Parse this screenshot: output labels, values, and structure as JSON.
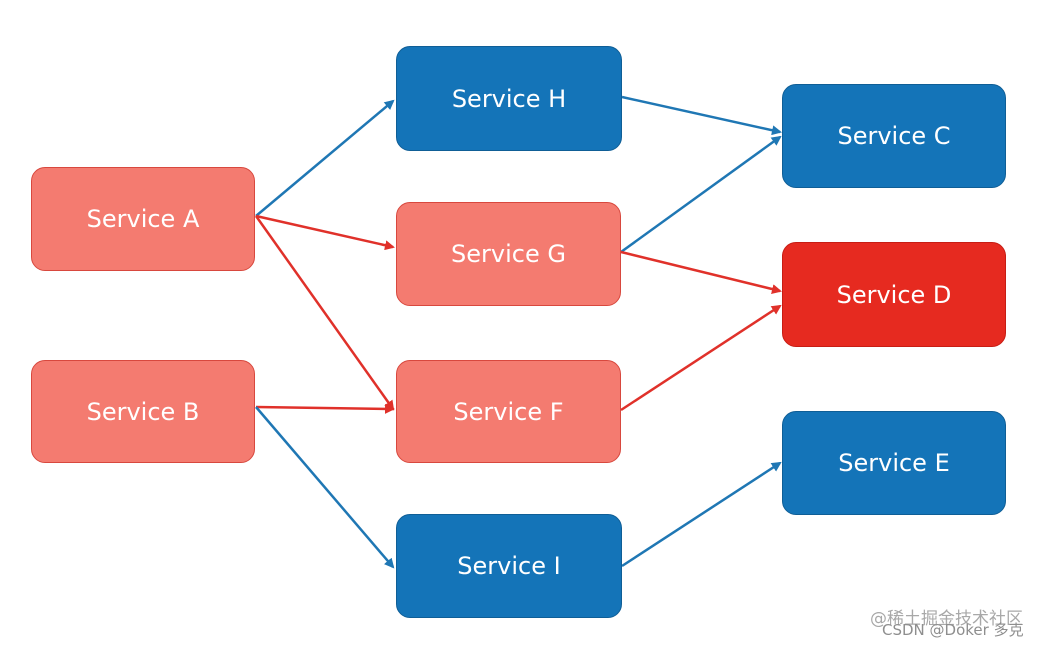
{
  "nodes": {
    "A": {
      "label": "Service A",
      "color": "#f47b70"
    },
    "B": {
      "label": "Service B",
      "color": "#f47b70"
    },
    "H": {
      "label": "Service H",
      "color": "#1474b8"
    },
    "G": {
      "label": "Service G",
      "color": "#f47b70"
    },
    "F": {
      "label": "Service F",
      "color": "#f47b70"
    },
    "I": {
      "label": "Service I",
      "color": "#1474b8"
    },
    "C": {
      "label": "Service C",
      "color": "#1474b8"
    },
    "D": {
      "label": "Service D",
      "color": "#e62a20"
    },
    "E": {
      "label": "Service E",
      "color": "#1474b8"
    }
  },
  "edges": [
    {
      "from": "A",
      "to": "H",
      "color": "#1f77b4"
    },
    {
      "from": "A",
      "to": "G",
      "color": "#e0312a"
    },
    {
      "from": "A",
      "to": "F",
      "color": "#e0312a"
    },
    {
      "from": "B",
      "to": "F",
      "color": "#e0312a"
    },
    {
      "from": "B",
      "to": "I",
      "color": "#1f77b4"
    },
    {
      "from": "H",
      "to": "C",
      "color": "#1f77b4"
    },
    {
      "from": "G",
      "to": "C",
      "color": "#1f77b4"
    },
    {
      "from": "G",
      "to": "D",
      "color": "#e0312a"
    },
    {
      "from": "F",
      "to": "D",
      "color": "#e0312a"
    },
    {
      "from": "I",
      "to": "E",
      "color": "#1f77b4"
    }
  ],
  "watermarks": {
    "juejin": "@稀土掘金技术社区",
    "csdn": "CSDN @Doker 多克"
  }
}
